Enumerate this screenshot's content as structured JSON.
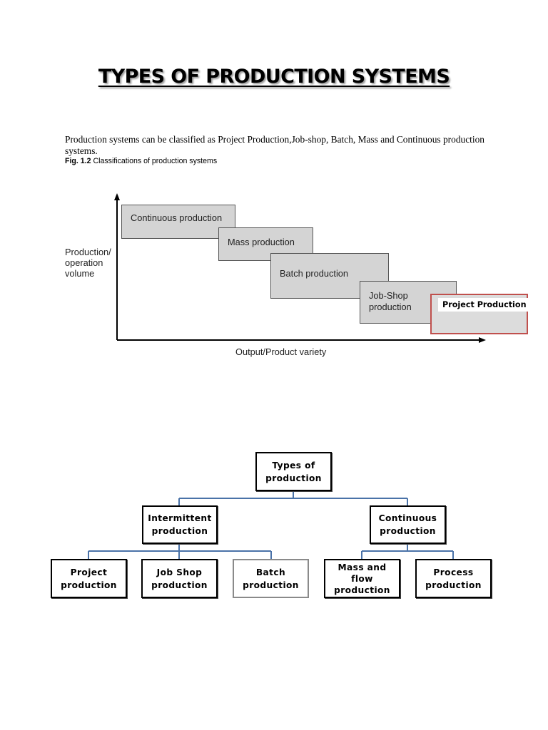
{
  "document": {
    "title": "TYPES OF PRODUCTION SYSTEMS",
    "intro": "Production systems can be classified as Project Production,Job-shop, Batch, Mass and Continuous production systems.",
    "figure_caption": {
      "label": "Fig. 1.2",
      "text": "Classifications of production systems"
    }
  },
  "staircase_chart": {
    "y_axis_label": "Production/\noperation\nvolume",
    "x_axis_label": "Output/Product variety",
    "steps": [
      "Continuous production",
      "Mass production",
      "Batch production",
      "Job-Shop\nproduction",
      "Project Production"
    ]
  },
  "hierarchy": {
    "root": "Types of\nproduction",
    "intermittent": {
      "label": "Intermittent\nproduction",
      "children": [
        "Project\nproduction",
        "Job Shop\nproduction",
        "Batch\nproduction"
      ]
    },
    "continuous": {
      "label": "Continuous\nproduction",
      "children": [
        "Mass and\nflow\nproduction",
        "Process\nproduction"
      ]
    },
    "connector_color": "#4a72a8",
    "highlight_color": "#c0504d"
  }
}
